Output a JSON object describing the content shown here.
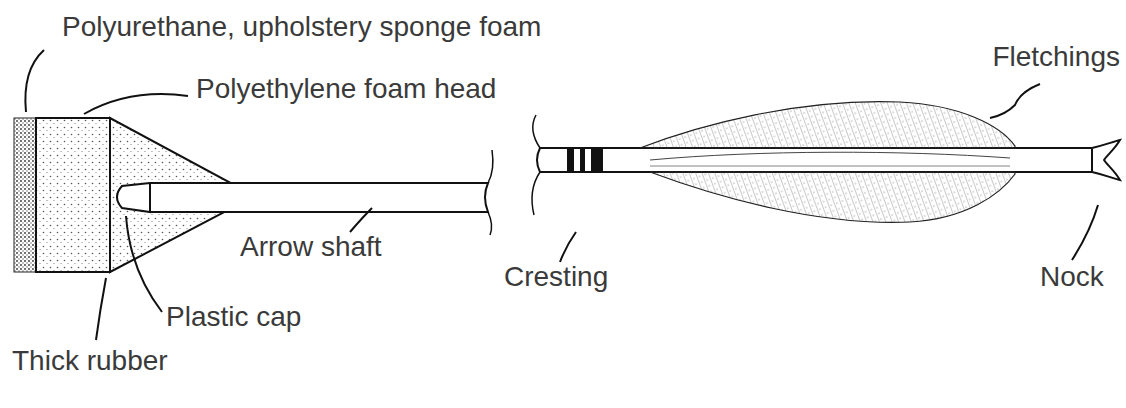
{
  "diagram": {
    "labels": [
      "Polyurethane, upholstery sponge foam",
      "Polyethylene foam head",
      "Fletchings",
      "Arrow shaft",
      "Cresting",
      "Plastic cap",
      "Nock",
      "Thick rubber"
    ]
  }
}
